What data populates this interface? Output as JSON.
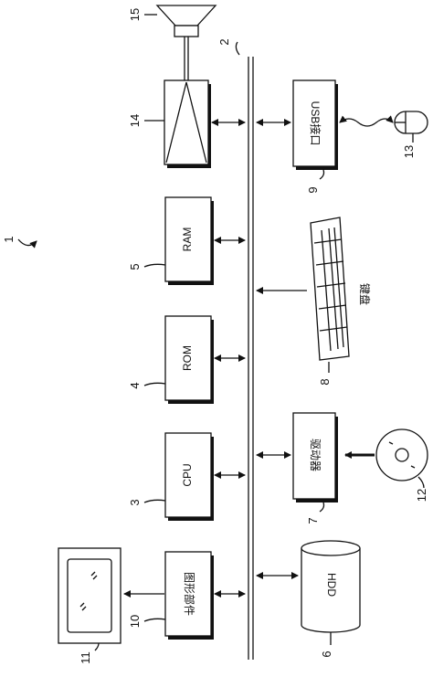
{
  "system_ref": "1",
  "bus_ref": "2",
  "components": {
    "speaker": {
      "ref": "15"
    },
    "sound_unit": {
      "ref": "14"
    },
    "usb": {
      "ref": "9",
      "label": "USB接口"
    },
    "mouse": {
      "ref": "13"
    },
    "ram": {
      "ref": "5",
      "label": "RAM"
    },
    "keyboard": {
      "ref": "8",
      "label": "键盘"
    },
    "rom": {
      "ref": "4",
      "label": "ROM"
    },
    "cpu": {
      "ref": "3",
      "label": "CPU"
    },
    "drive": {
      "ref": "7",
      "label": "驱动器"
    },
    "disc": {
      "ref": "12"
    },
    "graphics": {
      "ref": "10",
      "label": "图形部件"
    },
    "monitor": {
      "ref": "11"
    },
    "hdd": {
      "ref": "6",
      "label": "HDD"
    }
  }
}
